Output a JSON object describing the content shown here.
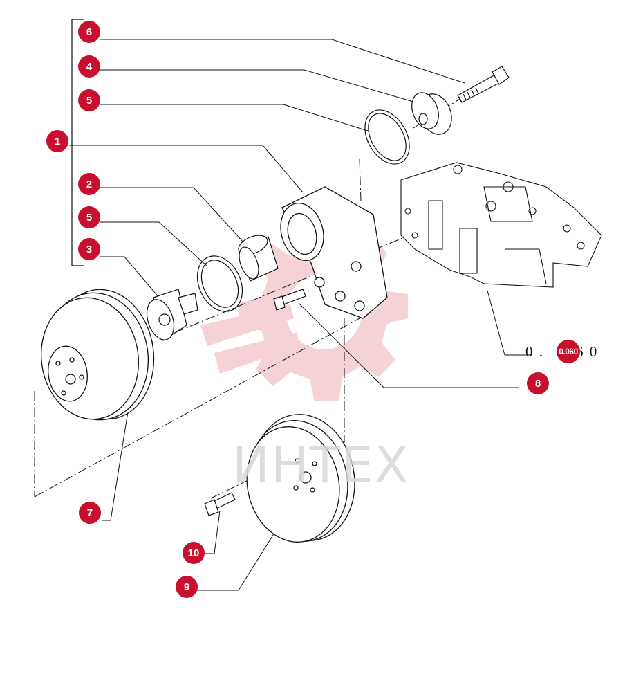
{
  "callouts": [
    {
      "label": "6"
    },
    {
      "label": "4"
    },
    {
      "label": "5"
    },
    {
      "label": "1"
    },
    {
      "label": "2"
    },
    {
      "label": "5"
    },
    {
      "label": "3"
    },
    {
      "label": "8"
    },
    {
      "label": "7"
    },
    {
      "label": "10"
    },
    {
      "label": "9"
    }
  ],
  "drawing_code": {
    "prefix": "0 .",
    "badge": "0.060",
    "suffix": "6 0"
  },
  "watermark": {
    "text": "ИНТЕХ"
  },
  "colors": {
    "badge": "#c8102e",
    "line": "#111111",
    "watermark": "#e8a0a8"
  }
}
